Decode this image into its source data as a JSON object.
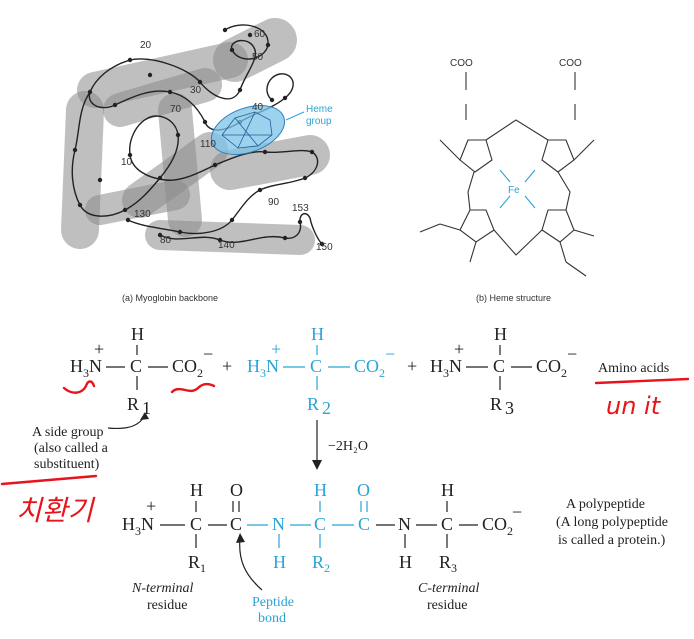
{
  "panel_a": {
    "caption": "(a) Myoglobin backbone",
    "heme_label_line1": "Heme",
    "heme_label_line2": "group",
    "residue_numbers": [
      "60",
      "20",
      "50",
      "30",
      "70",
      "40",
      "110",
      "10",
      "90",
      "153",
      "130",
      "80",
      "140",
      "150"
    ]
  },
  "panel_b": {
    "caption": "(b) Heme structure",
    "coo_left": "COO",
    "coo_right": "COO",
    "fe": "Fe"
  },
  "reaction": {
    "amino_acids_label": "Amino acids",
    "side_group_note": [
      "A side group",
      "(also called a",
      "substituent)"
    ],
    "water_loss": "−2H₂O",
    "polypeptide_note": [
      "A polypeptide",
      "(A long polypeptide",
      "is called a protein.)"
    ],
    "n_terminal": [
      "N-terminal",
      "residue"
    ],
    "c_terminal": [
      "C-terminal",
      "residue"
    ],
    "peptide_bond": [
      "Peptide",
      "bond"
    ],
    "r1": "R",
    "r2": "R",
    "r3": "R",
    "sub1": "1",
    "sub2": "2",
    "sub3": "3"
  },
  "handwriting": {
    "annotation_under_amino_acids": "un it",
    "annotation_korean": "치환기"
  },
  "colors": {
    "blue": "#2aa3d8",
    "ink": "#222222",
    "red": "#e8141b",
    "gray_tube": "#8a8a8a"
  }
}
